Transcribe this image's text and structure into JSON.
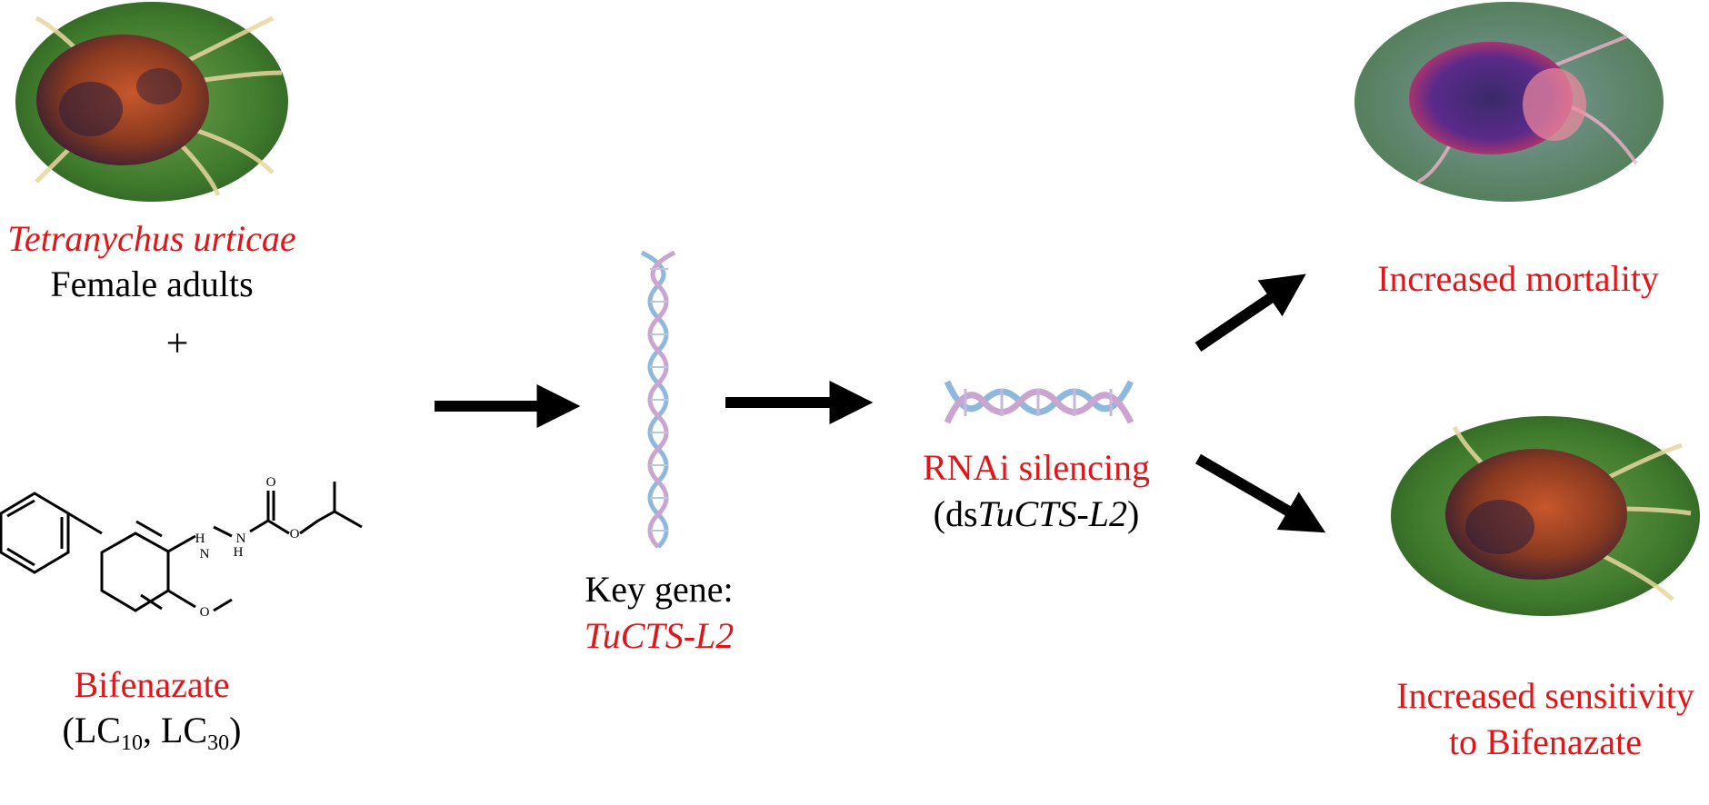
{
  "colors": {
    "accent": "#e0161b",
    "text": "#000000",
    "dna_blue": "#8fb9dc",
    "dna_pink": "#c9a5cf"
  },
  "left": {
    "species": "Tetranychus urticae",
    "stage": "Female adults",
    "plus": "+",
    "compound": "Bifenazate",
    "dose_open": "(LC",
    "dose_sub1": "10",
    "dose_mid": ", LC",
    "dose_sub2": "30",
    "dose_close": ")",
    "atoms": {
      "o1": "O",
      "o2": "O",
      "o3": "O",
      "h1": "H",
      "n1": "N",
      "n2": "N",
      "h2": "H"
    }
  },
  "middle": {
    "key_gene_label": "Key gene:",
    "gene": "TuCTS-L2"
  },
  "rnai": {
    "label": "RNAi silencing",
    "ds_open": "(ds",
    "ds_gene": "TuCTS-L2",
    "ds_close": ")"
  },
  "outcomes": {
    "mortality": "Increased mortality",
    "sensitivity_line1": "Increased sensitivity",
    "sensitivity_line2": "to Bifenazate"
  },
  "icons": [
    "mite-photo",
    "dead-mite-photo",
    "dna-helix-icon",
    "arrow-icon"
  ]
}
